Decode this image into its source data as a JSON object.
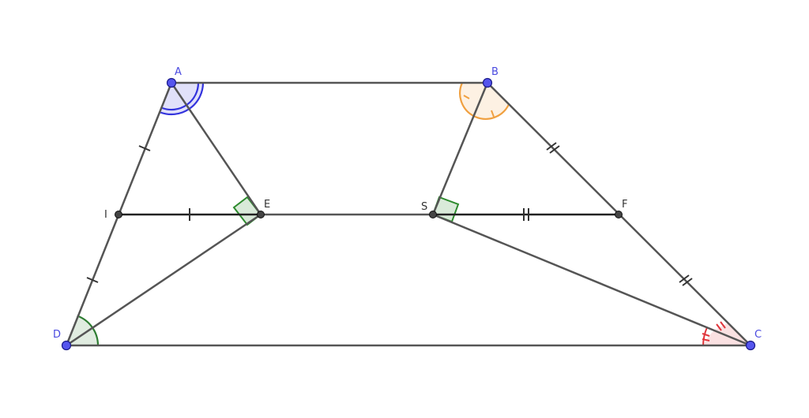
{
  "points": {
    "A": {
      "label": "A"
    },
    "B": {
      "label": "B"
    },
    "C": {
      "label": "C"
    },
    "D": {
      "label": "D"
    },
    "I": {
      "label": "I"
    },
    "E": {
      "label": "E"
    },
    "S": {
      "label": "S"
    },
    "F": {
      "label": "F"
    }
  },
  "colors": {
    "segment": "#555555",
    "free_point": "#5555ee",
    "dependent_point": "#444444",
    "angle_A": "#3333dd",
    "angle_B": "#f0a040",
    "angle_C": "#e0353b",
    "angle_D": "#2e7d32",
    "right_angle": "#2e8b2e"
  },
  "marks": {
    "angle_A": "double-arc",
    "angle_B": "single-arc-with-tick",
    "angle_C": "double-tick",
    "angle_D": "single-arc",
    "right_angle_E": "square",
    "right_angle_S": "square",
    "equal_single": [
      "DI",
      "IA",
      "IE"
    ],
    "equal_double": [
      "BF",
      "FC",
      "SF"
    ]
  }
}
